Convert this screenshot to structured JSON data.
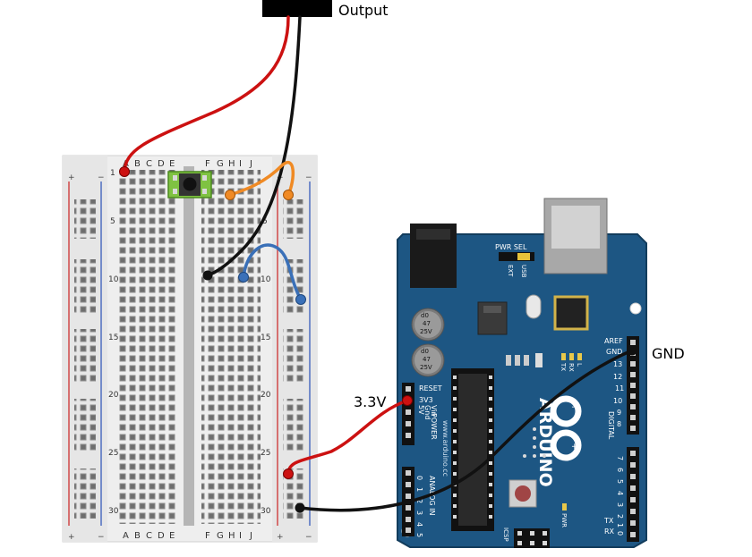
{
  "labels": {
    "output": "Output",
    "gnd": "GND",
    "v33": "3.3V"
  },
  "breadboard": {
    "rail_plus": "+",
    "rail_minus": "−",
    "cols_left": [
      "A",
      "B",
      "C",
      "D",
      "E"
    ],
    "cols_right": [
      "F",
      "G",
      "H",
      "I",
      "J"
    ],
    "row_numbers": [
      "1",
      "5",
      "10",
      "15",
      "20",
      "25",
      "30"
    ]
  },
  "arduino": {
    "power_select": "PWR SEL",
    "ext": "EXT",
    "usb": "USB",
    "aref": "AREF",
    "gnd_pin": "GND",
    "digital_pins": [
      "13",
      "12",
      "11",
      "10",
      "9",
      "8",
      "7",
      "6",
      "5",
      "4",
      "3",
      "2",
      "1",
      "0"
    ],
    "digital_label": "DIGITAL",
    "tx": "TX",
    "rx": "RX",
    "power_pins": [
      "RESET",
      "3V3",
      "5V",
      "Gnd",
      "Vin"
    ],
    "power_label": "POWER",
    "analog_label": "ANALOG IN",
    "analog_pins": [
      "0",
      "1",
      "2",
      "3",
      "4",
      "5"
    ],
    "website": "www.arduino.cc",
    "brand": "ARDUINO",
    "cap_text": [
      "d0",
      "47",
      "25V"
    ],
    "icsp": "ICSP",
    "pwr": "PWR",
    "led_l": "L",
    "led_tx": "TX",
    "led_rx": "RX"
  },
  "colors": {
    "wire_red": "#cc1111",
    "wire_black": "#111111",
    "wire_orange": "#f08a24",
    "wire_blue": "#3a70b8",
    "board_blue": "#1c4f78",
    "breadboard": "#f0f0f0"
  }
}
